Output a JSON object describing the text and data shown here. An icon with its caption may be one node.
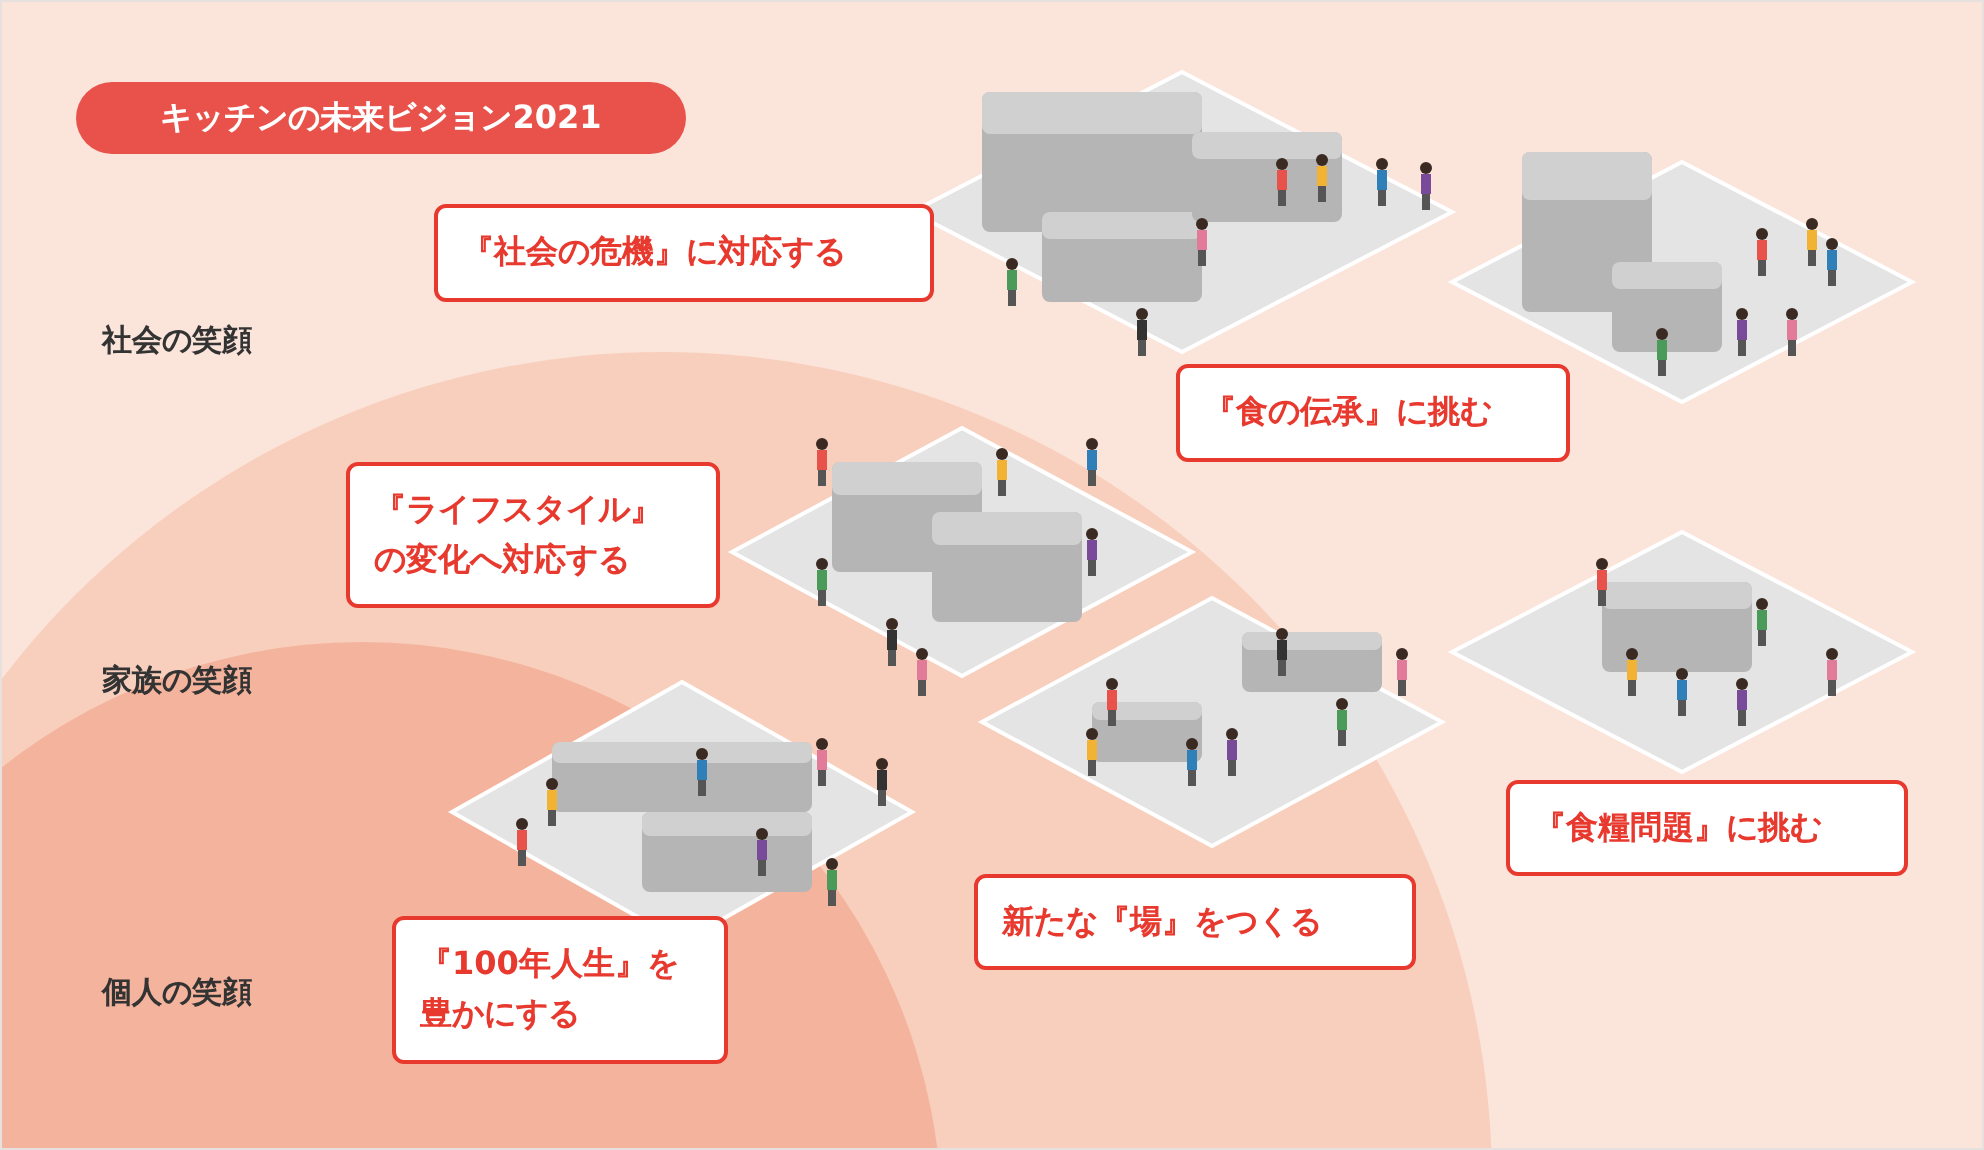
{
  "diagram": {
    "title": "キッチンの未来ビジョン2021",
    "nodes": [
      {
        "text": [
          "『社会の危機』に対応する"
        ]
      },
      {
        "text": [
          "『食の伝承』に挑む"
        ]
      },
      {
        "text": [
          "『ライフスタイル』の変化へ対応する"
        ]
      },
      {
        "text": [
          "『食糧問題』に挑む"
        ]
      },
      {
        "text": [
          "新たな『場』をつくる"
        ]
      },
      {
        "text": [
          "『100年人生』を豊かにする"
        ]
      }
    ],
    "labels": [
      "社会の笑顔",
      "家族の笑顔",
      "個人の笑顔"
    ]
  }
}
